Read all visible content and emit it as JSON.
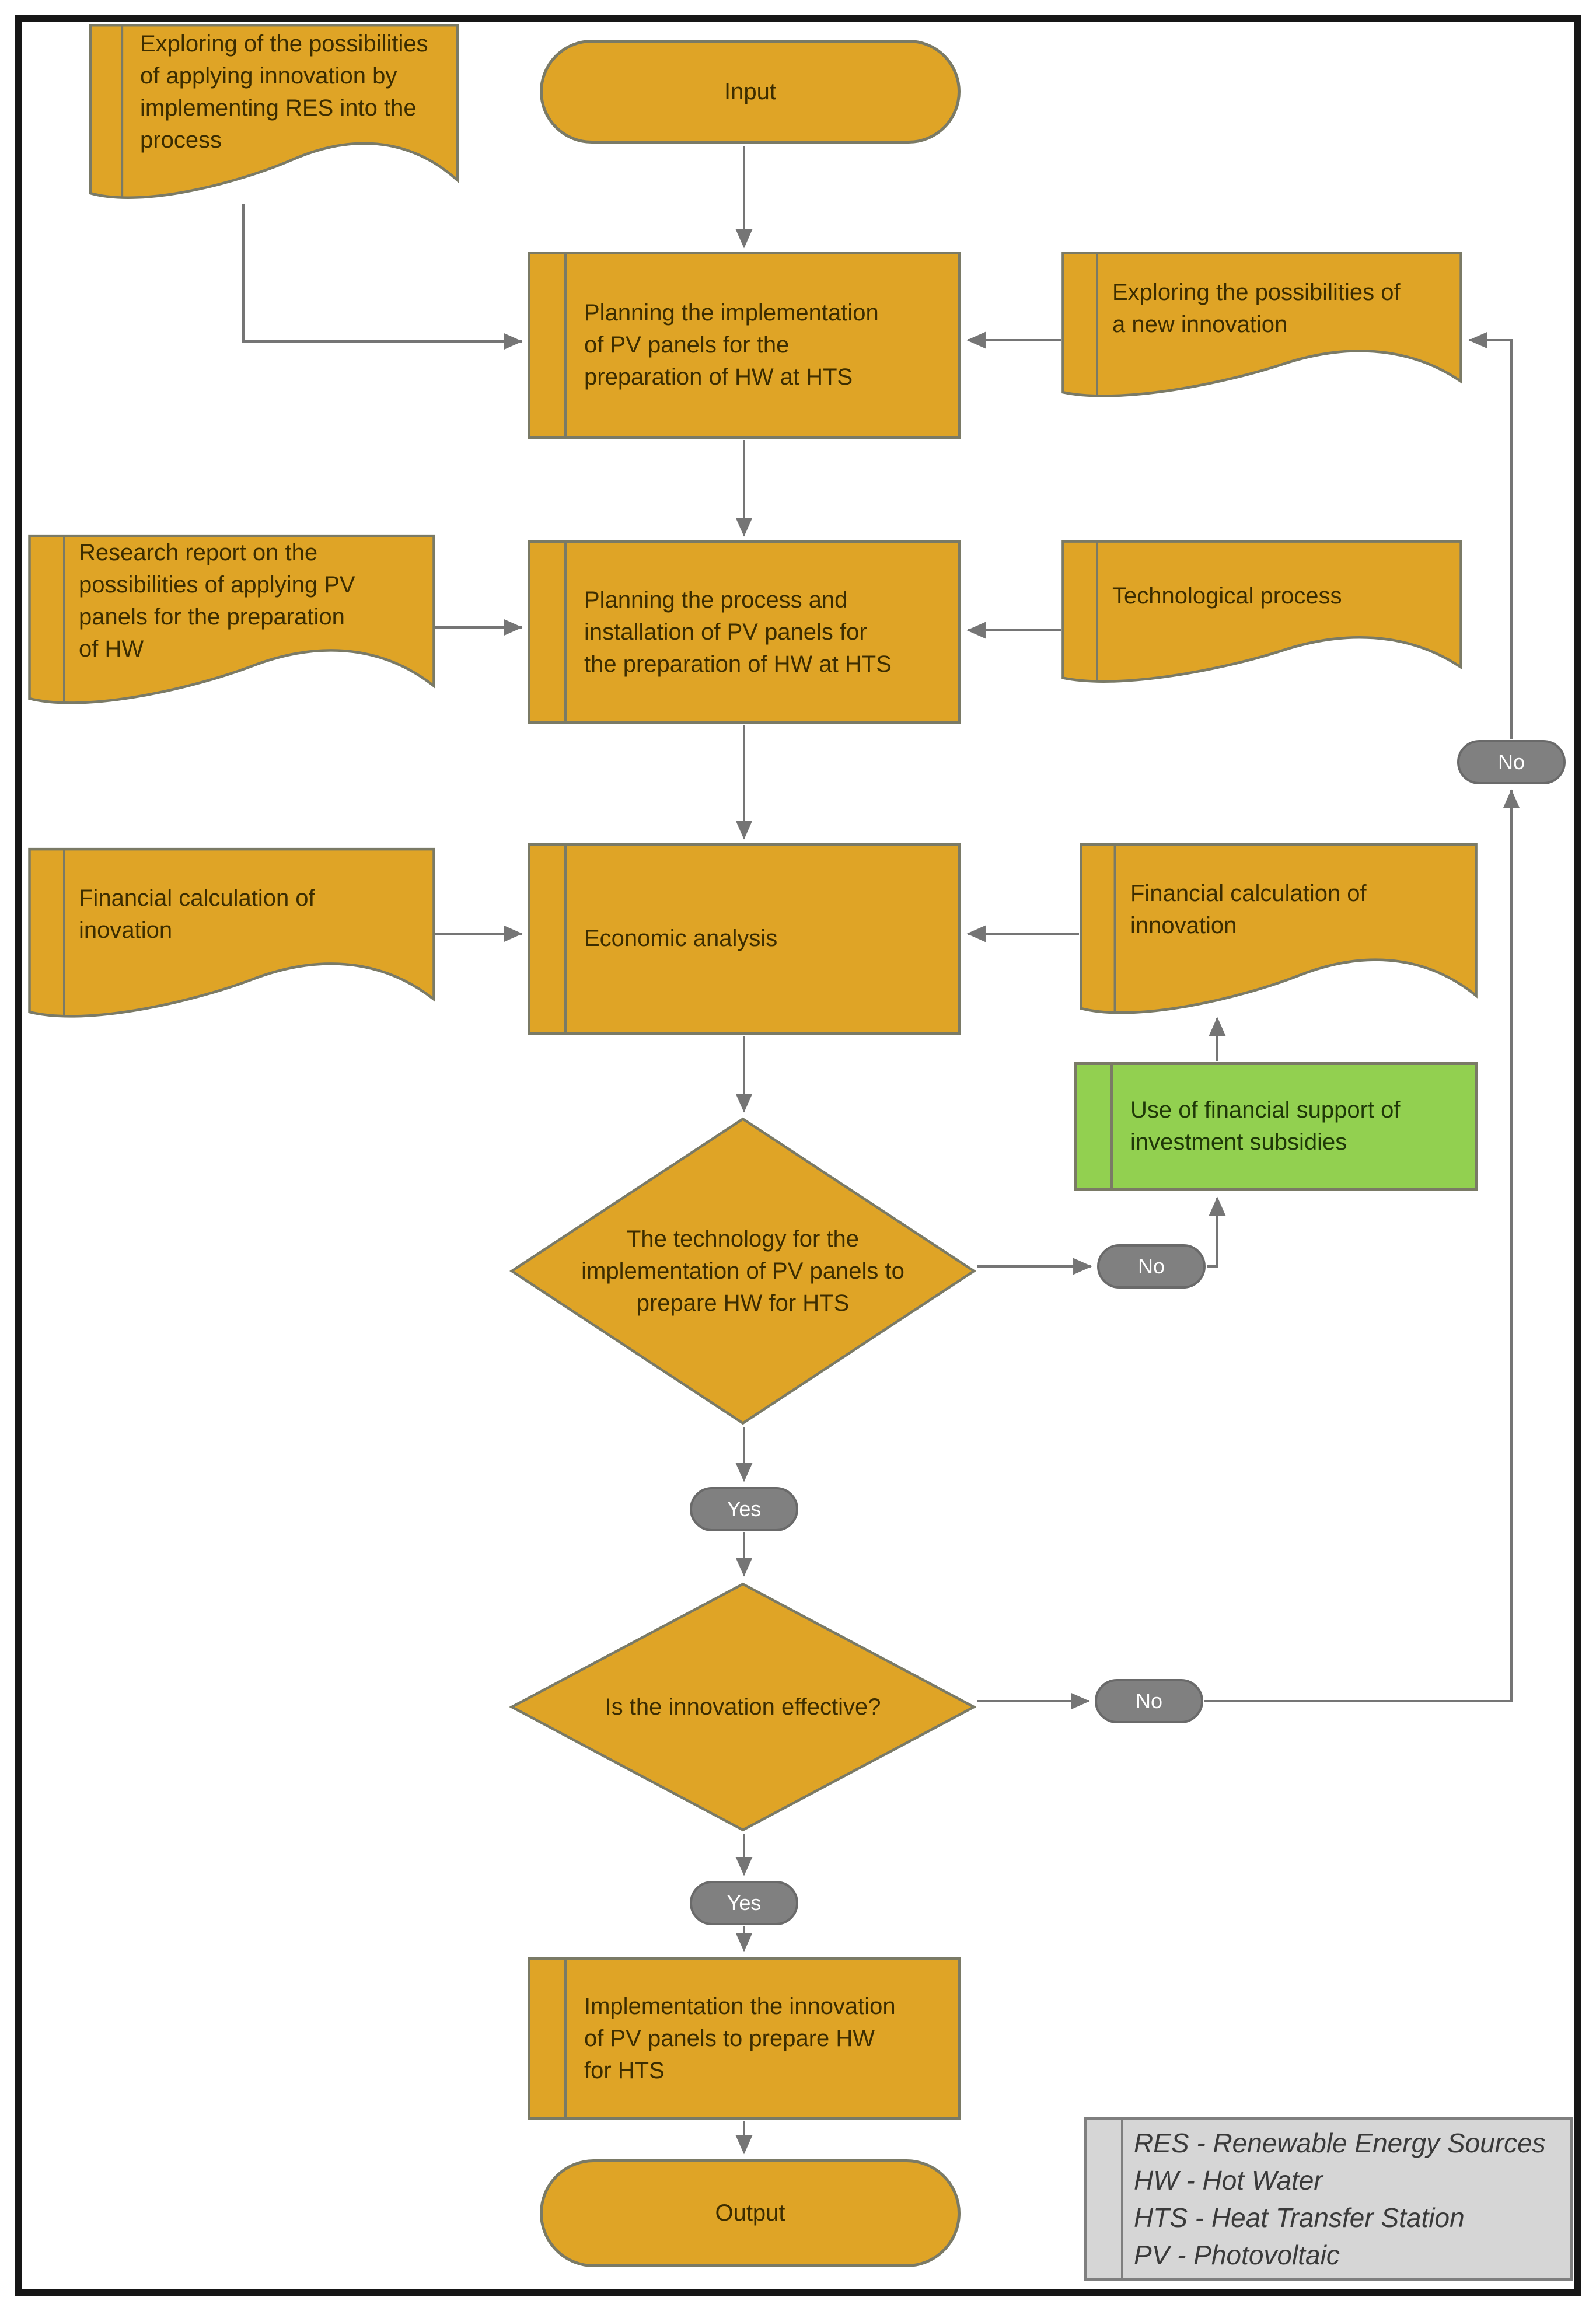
{
  "colors": {
    "orange": "#DFA426",
    "orange-text": "#3C2D00",
    "shape-border": "#7A7A66",
    "green": "#92D050",
    "green-text": "#1F3808",
    "pill": "#808080",
    "pill-border": "#6A6A6A",
    "pill-text": "#FFFFFF",
    "line": "#757575",
    "legend-bg": "#D6D6D6",
    "legend-text": "#3A3A3A",
    "frame": "#161616"
  },
  "nodes": {
    "doc_exploring_res": {
      "label": "Exploring of the possibilities\nof applying innovation by\nimplementing RES into the\nprocess"
    },
    "input": {
      "label": "Input"
    },
    "proc_planning_implementation": {
      "label": "Planning the implementation\nof PV panels for the\npreparation of HW at HTS"
    },
    "doc_exploring_new_innovation": {
      "label": "Exploring the possibilities of\na new innovation"
    },
    "doc_research_report": {
      "label": "Research report on the\npossibilities of applying PV\npanels for the preparation\nof HW"
    },
    "proc_planning_process": {
      "label": "Planning the process and\ninstallation of PV panels for\nthe preparation of HW at HTS"
    },
    "doc_technological_process": {
      "label": "Technological process"
    },
    "doc_financial_calc_inovation": {
      "label": "Financial calculation of\ninovation"
    },
    "proc_economic_analysis": {
      "label": "Economic analysis"
    },
    "doc_financial_calc_innovation": {
      "label": "Financial calculation of\ninnovation"
    },
    "green_financial_support": {
      "label": "Use of financial support of\ninvestment subsidies"
    },
    "decision_technology": {
      "label": "The technology for the\nimplementation of PV panels to\nprepare HW for HTS"
    },
    "decision_effective": {
      "label": "Is the innovation effective?"
    },
    "proc_implementation": {
      "label": "Implementation the innovation\nof PV panels to prepare HW\nfor HTS"
    },
    "output": {
      "label": "Output"
    }
  },
  "labels": {
    "yes": "Yes",
    "no": "No"
  },
  "legend": {
    "items": [
      "RES - Renewable Energy Sources",
      "HW - Hot Water",
      "HTS - Heat Transfer Station",
      "PV -  Photovoltaic"
    ]
  }
}
